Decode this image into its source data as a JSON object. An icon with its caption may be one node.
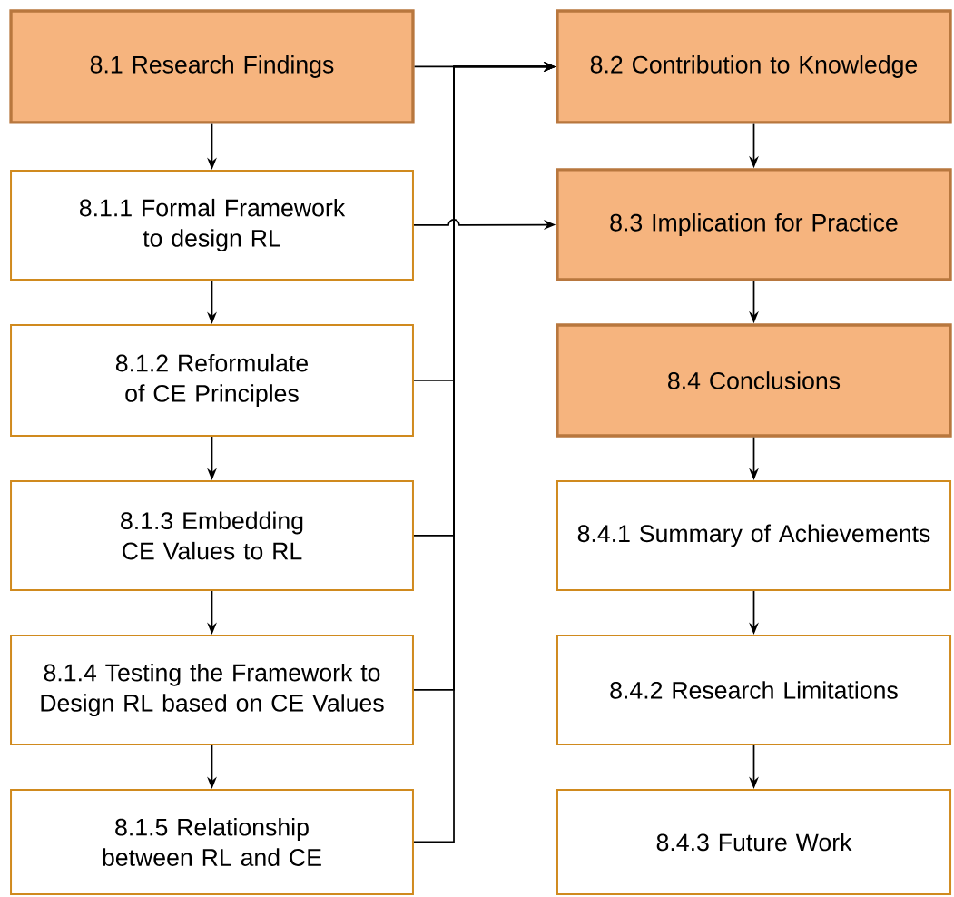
{
  "diagram": {
    "nodes": [
      {
        "text": [
          "8.1 Research Findings"
        ]
      },
      {
        "text": [
          "8.1.1 Formal Framework to design RL"
        ]
      },
      {
        "text": [
          "8.1.2 Reformulate of CE Principles"
        ]
      },
      {
        "text": [
          "8.1.3 Embedding CE Values to RL"
        ]
      },
      {
        "text": [
          "8.1.4 Testing the Framework to Design RL based on CE Values"
        ]
      },
      {
        "text": [
          "8.1.5 Relationship between RL and CE"
        ]
      },
      {
        "text": [
          "8.2 Contribution to Knowledge"
        ]
      },
      {
        "text": [
          "8.3 Implication for Practice"
        ]
      },
      {
        "text": [
          "8.4 Conclusions"
        ]
      },
      {
        "text": [
          "8.4.1 Summary of Achievements"
        ]
      },
      {
        "text": [
          "8.4.2 Research Limitations"
        ]
      },
      {
        "text": [
          "8.4.3 Future Work"
        ]
      }
    ],
    "edges": [
      {
        "from": 0,
        "to": 1,
        "arrow": "to"
      },
      {
        "from": 1,
        "to": 2,
        "arrow": "to"
      },
      {
        "from": 2,
        "to": 3,
        "arrow": "to"
      },
      {
        "from": 3,
        "to": 4,
        "arrow": "to"
      },
      {
        "from": 4,
        "to": 5,
        "arrow": "to"
      },
      {
        "from": 6,
        "to": 7,
        "arrow": "to"
      },
      {
        "from": 7,
        "to": 8,
        "arrow": "to"
      },
      {
        "from": 8,
        "to": 9,
        "arrow": "to"
      },
      {
        "from": 9,
        "to": 10,
        "arrow": "to"
      },
      {
        "from": 10,
        "to": 11,
        "arrow": "to"
      },
      {
        "from": 0,
        "to": 6,
        "arrow": "to"
      },
      {
        "from": 2,
        "to": 6,
        "arrow": "to"
      },
      {
        "from": 3,
        "to": 6,
        "arrow": "to"
      },
      {
        "from": 4,
        "to": 6,
        "arrow": "to"
      },
      {
        "from": 5,
        "to": 6,
        "arrow": "to"
      },
      {
        "from": 1,
        "to": 7,
        "arrow": "to"
      }
    ]
  }
}
